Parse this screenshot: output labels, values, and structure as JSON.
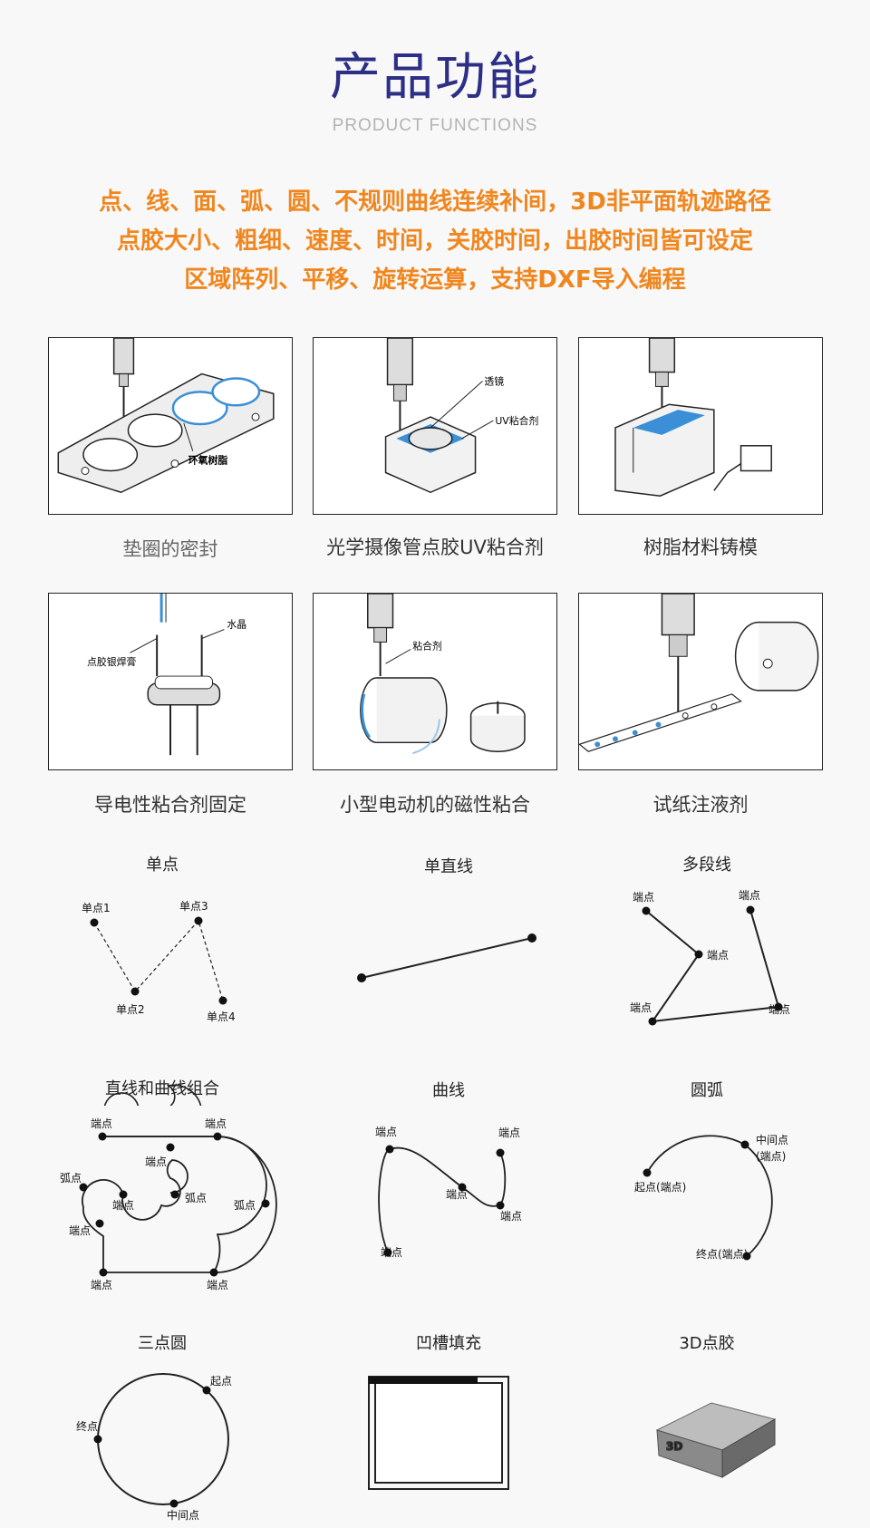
{
  "header": {
    "title": "产品功能",
    "subtitle": "PRODUCT FUNCTIONS"
  },
  "features": [
    "点、线、面、弧、圆、不规则曲线连续补间，3D非平面轨迹路径",
    "点胶大小、粗细、速度、时间，关胶时间，出胶时间皆可设定",
    "区域阵列、平移、旋转运算，支持DXF导入编程"
  ],
  "applications": [
    {
      "caption": "垫圈的密封",
      "labels": [
        "环氧树脂"
      ]
    },
    {
      "caption": "光学摄像管点胶UV粘合剂",
      "labels": [
        "透镜",
        "UV粘合剂"
      ]
    },
    {
      "caption": "树脂材料铸模",
      "labels": []
    },
    {
      "caption": "导电性粘合剂固定",
      "labels": [
        "点胶银焊膏",
        "水晶"
      ]
    },
    {
      "caption": "小型电动机的磁性粘合",
      "labels": [
        "粘合剂"
      ]
    },
    {
      "caption": "试纸注液剂",
      "labels": []
    }
  ],
  "diagrams": {
    "single_point": {
      "title": "单点",
      "labels": [
        "单点1",
        "单点3",
        "单点2",
        "单点4"
      ]
    },
    "single_line": {
      "title": "单直线"
    },
    "polyline": {
      "title": "多段线",
      "labels": [
        "端点",
        "端点",
        "端点",
        "端点",
        "端点"
      ]
    },
    "line_curve": {
      "title": "直线和曲线组合",
      "labels": [
        "端点",
        "端点",
        "端点",
        "弧点",
        "弧点",
        "端点",
        "弧点",
        "端点",
        "端点",
        "端点"
      ]
    },
    "curve": {
      "title": "曲线",
      "labels": [
        "端点",
        "端点",
        "端点",
        "端点",
        "端点"
      ]
    },
    "arc": {
      "title": "圆弧",
      "labels": [
        "中间点",
        "(端点)",
        "起点(端点)",
        "终点(端点)"
      ]
    },
    "three_point_circle": {
      "title": "三点圆",
      "labels": [
        "起点",
        "终点",
        "中间点"
      ]
    },
    "groove_fill": {
      "title": "凹槽填充"
    },
    "dispense_3d": {
      "title": "3D点胶",
      "badge": "3D"
    }
  }
}
